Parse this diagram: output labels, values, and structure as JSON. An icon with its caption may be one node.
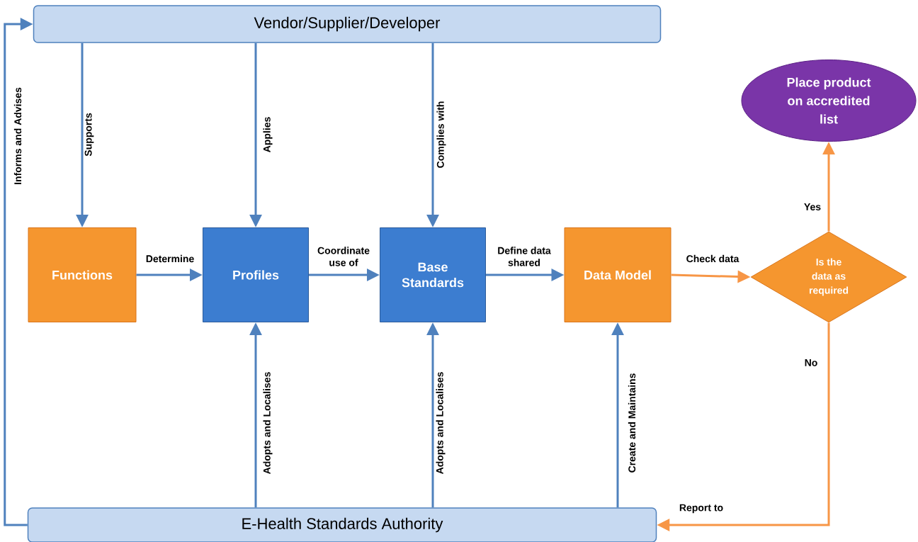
{
  "diagram": {
    "nodes": [
      {
        "text": [
          "Vendor/Supplier/Developer"
        ]
      },
      {
        "text": [
          "Functions"
        ]
      },
      {
        "text": [
          "Profiles"
        ]
      },
      {
        "text": [
          "Base Standards"
        ]
      },
      {
        "text": [
          "Data Model"
        ]
      },
      {
        "text": [
          "Is the data as required"
        ]
      },
      {
        "text": [
          "Place product on accredited list"
        ]
      },
      {
        "text": [
          "E-Health Standards Authority"
        ]
      }
    ],
    "edges": [
      {
        "from": 0,
        "to": 1,
        "arrow": "to",
        "label": "Supports"
      },
      {
        "from": 0,
        "to": 2,
        "arrow": "to",
        "label": "Applies"
      },
      {
        "from": 0,
        "to": 3,
        "arrow": "to",
        "label": "Complies with"
      },
      {
        "from": 1,
        "to": 2,
        "arrow": "to",
        "label": "Determine"
      },
      {
        "from": 2,
        "to": 3,
        "arrow": "to",
        "label": "Coordinate use of"
      },
      {
        "from": 3,
        "to": 4,
        "arrow": "to",
        "label": "Define data shared"
      },
      {
        "from": 4,
        "to": 5,
        "arrow": "to",
        "label": "Check data",
        "color": "#f79646"
      },
      {
        "from": 5,
        "to": 6,
        "arrow": "to",
        "label": "Yes",
        "color": "#f79646"
      },
      {
        "from": 5,
        "to": 7,
        "arrow": "to",
        "label": "No",
        "color": "#f79646"
      },
      {
        "from": 7,
        "to": 2,
        "arrow": "to",
        "label": "Adopts and Localises"
      },
      {
        "from": 7,
        "to": 3,
        "arrow": "to",
        "label": "Adopts and Localises"
      },
      {
        "from": 7,
        "to": 4,
        "arrow": "to",
        "label": "Create and Maintains"
      },
      {
        "from": 7,
        "to": 0,
        "arrow": "to",
        "label": "Informs and Advises"
      }
    ],
    "labels": [
      "Report to"
    ]
  }
}
